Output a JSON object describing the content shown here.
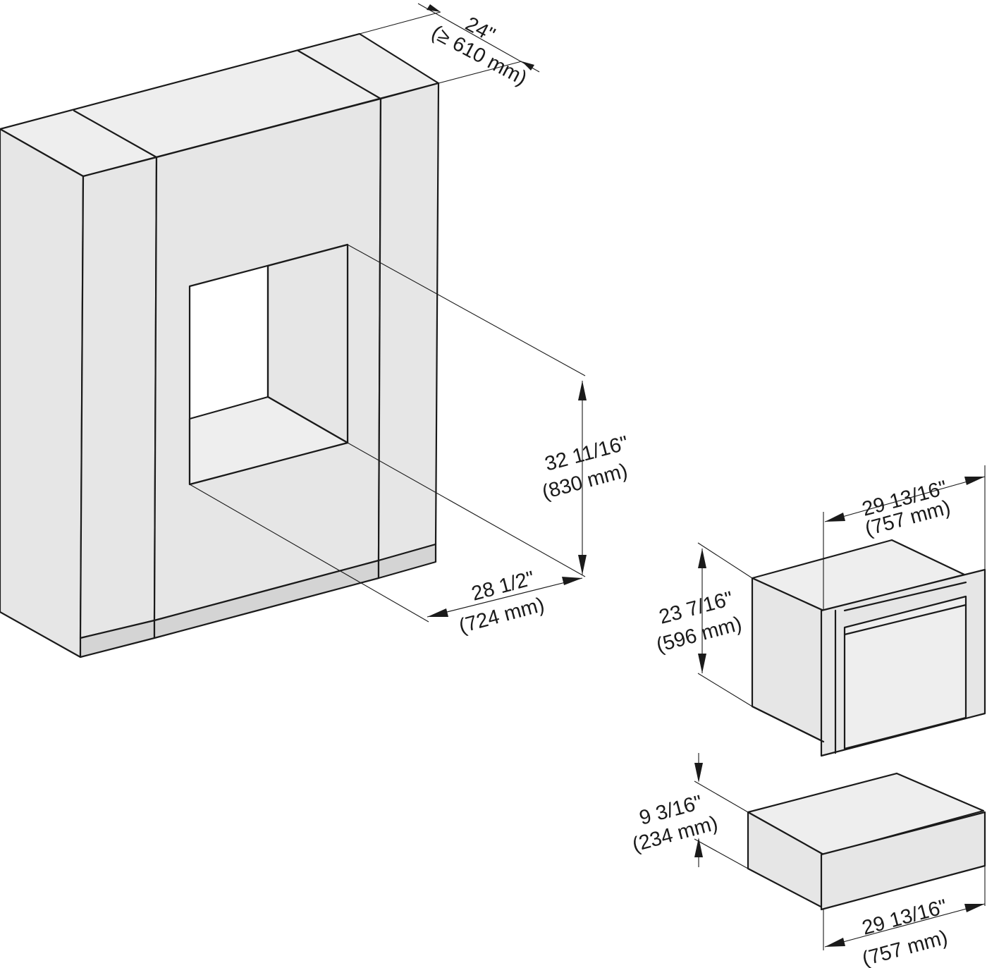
{
  "dimensions": {
    "niche_depth": {
      "imperial": "24\"",
      "metric": "(≥ 610 mm)"
    },
    "niche_height": {
      "imperial": "32 11/16\"",
      "metric": "(830 mm)"
    },
    "niche_width": {
      "imperial": "28 1/2\"",
      "metric": "(724 mm)"
    },
    "oven_width": {
      "imperial": "29 13/16\"",
      "metric": "(757 mm)"
    },
    "oven_height": {
      "imperial": "23 7/16\"",
      "metric": "(596 mm)"
    },
    "drawer_height": {
      "imperial": "9 3/16\"",
      "metric": "(234 mm)"
    },
    "drawer_width": {
      "imperial": "29 13/16\"",
      "metric": "(757 mm)"
    }
  }
}
